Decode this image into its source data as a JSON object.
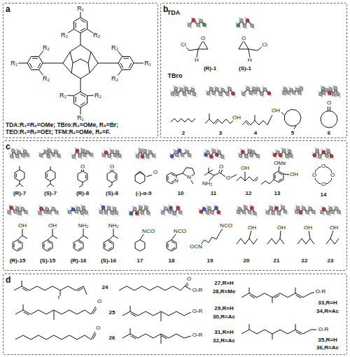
{
  "diagram": {
    "nodes": [
      {
        "text": [
          "a",
          "TDA:R₁=R₂=OMe; TBro:R₁=OMe, R₂=Br; TEO:R₁=R₂=OEt; TFM:R₁=OMe, R₂=F."
        ]
      },
      {
        "text": [
          "b"
        ]
      },
      {
        "text": [
          "c"
        ]
      },
      {
        "text": [
          "d"
        ]
      }
    ],
    "labels": [
      "R₁",
      "R₂",
      "R₂",
      "R₁",
      "R₂",
      "R₂",
      "R₁",
      "R₂",
      "R₂",
      "R₂",
      "R₂",
      "R₁",
      "TDA",
      "O",
      "Cl",
      "H",
      "(R)-1",
      "O",
      "Cl",
      "H",
      "(S)-1",
      "TBro",
      "2",
      "3",
      "OH",
      "4",
      "OH",
      "5",
      "6",
      "O",
      "(R)-7",
      "(S)-7",
      "O",
      "(R)-8",
      "O",
      "(S)-8",
      "O",
      "(-)-α-9",
      "N",
      "N",
      "10",
      "NH₂",
      "O",
      "O",
      "11",
      "OH",
      "12",
      "OMe",
      "OH",
      "13",
      "O",
      "O",
      "O",
      "O",
      "14",
      "OH",
      "(R)-15",
      "OH",
      "(S)-15",
      "NH₂",
      "(R)-16",
      "NH₂",
      "(S)-16",
      "NCO",
      "17",
      "NCO",
      "18",
      "OCN",
      "NCO",
      "19",
      "OH",
      "20",
      "OH",
      "21",
      "OH",
      "22",
      "OH",
      "23",
      "24",
      "O",
      "25",
      "O",
      "26",
      "O",
      "O-R",
      "27,R=H",
      "28,R=Me",
      "O-R",
      "29,R=H",
      "30,R=Ac",
      "O-R",
      "31,R=H",
      "32,R=Ac",
      "O-R",
      "33,R=H",
      "34,R=Ac",
      "O-R",
      "35,R=H",
      "36,R=Ac"
    ]
  }
}
